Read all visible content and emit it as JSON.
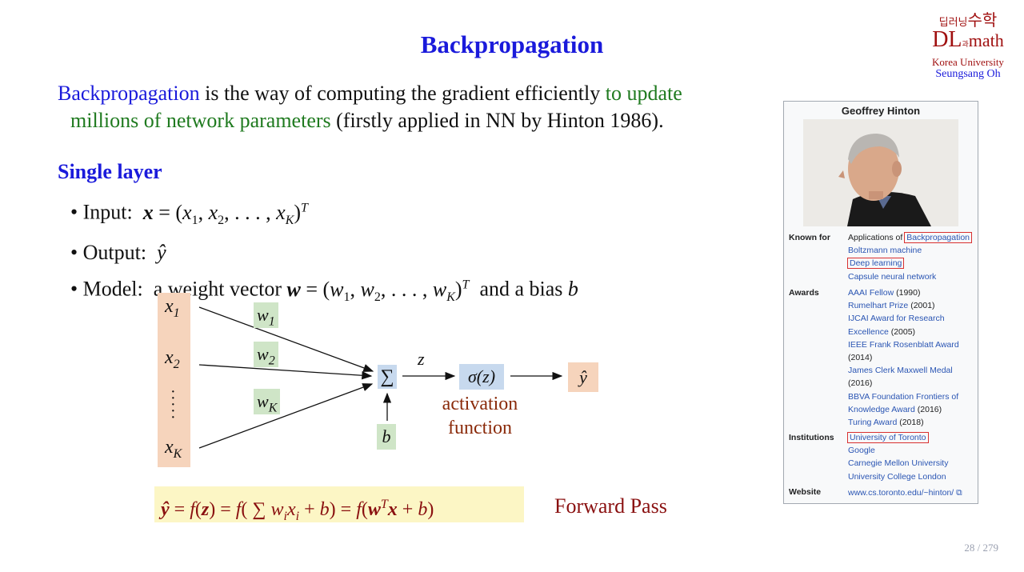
{
  "title": "Backpropagation",
  "logo": {
    "korean_small": "딥러닝",
    "korean_mid": "과",
    "korean_big": "수학",
    "dl": "DL",
    "math": "math",
    "university": "Korea University",
    "author": "Seungsang Oh"
  },
  "intro": {
    "term": "Backpropagation",
    "text1": " is the way of computing the gradient efficiently ",
    "green1": "to update",
    "green2": "millions of network parameters",
    "text2": "  (firstly applied in NN by Hinton 1986)."
  },
  "section_title": "Single layer",
  "bullets": {
    "input_label": "Input:",
    "output_label": "Output:",
    "model_label": "Model:",
    "model_text1": "a weight vector",
    "model_text2": "and a bias"
  },
  "diagram": {
    "activation_line1": "activation",
    "activation_line2": "function"
  },
  "forward_pass": "Forward Pass",
  "page_number": "28 / 279",
  "infobox": {
    "name": "Geoffrey Hinton",
    "known_for_label": "Known for",
    "known_for_prefix": "Applications of",
    "known_for": [
      "Backpropagation",
      "Boltzmann machine",
      "Deep learning",
      "Capsule neural network"
    ],
    "awards_label": "Awards",
    "awards": [
      {
        "name": "AAAI Fellow",
        "year": " (1990)"
      },
      {
        "name": "Rumelhart Prize",
        "year": " (2001)"
      },
      {
        "name": "IJCAI Award for Research Excellence",
        "year": " (2005)"
      },
      {
        "name": "IEEE Frank Rosenblatt Award",
        "year": " (2014)"
      },
      {
        "name": "James Clerk Maxwell Medal",
        "year": " (2016)"
      },
      {
        "name": "BBVA Foundation Frontiers of Knowledge Award",
        "year": " (2016)"
      },
      {
        "name": "Turing Award",
        "year": " (2018)"
      }
    ],
    "institutions_label": "Institutions",
    "institutions": [
      "University of Toronto",
      "Google",
      "Carnegie Mellon University",
      "University College London"
    ],
    "website_label": "Website",
    "website": "www.cs.toronto.edu/~hinton/"
  }
}
